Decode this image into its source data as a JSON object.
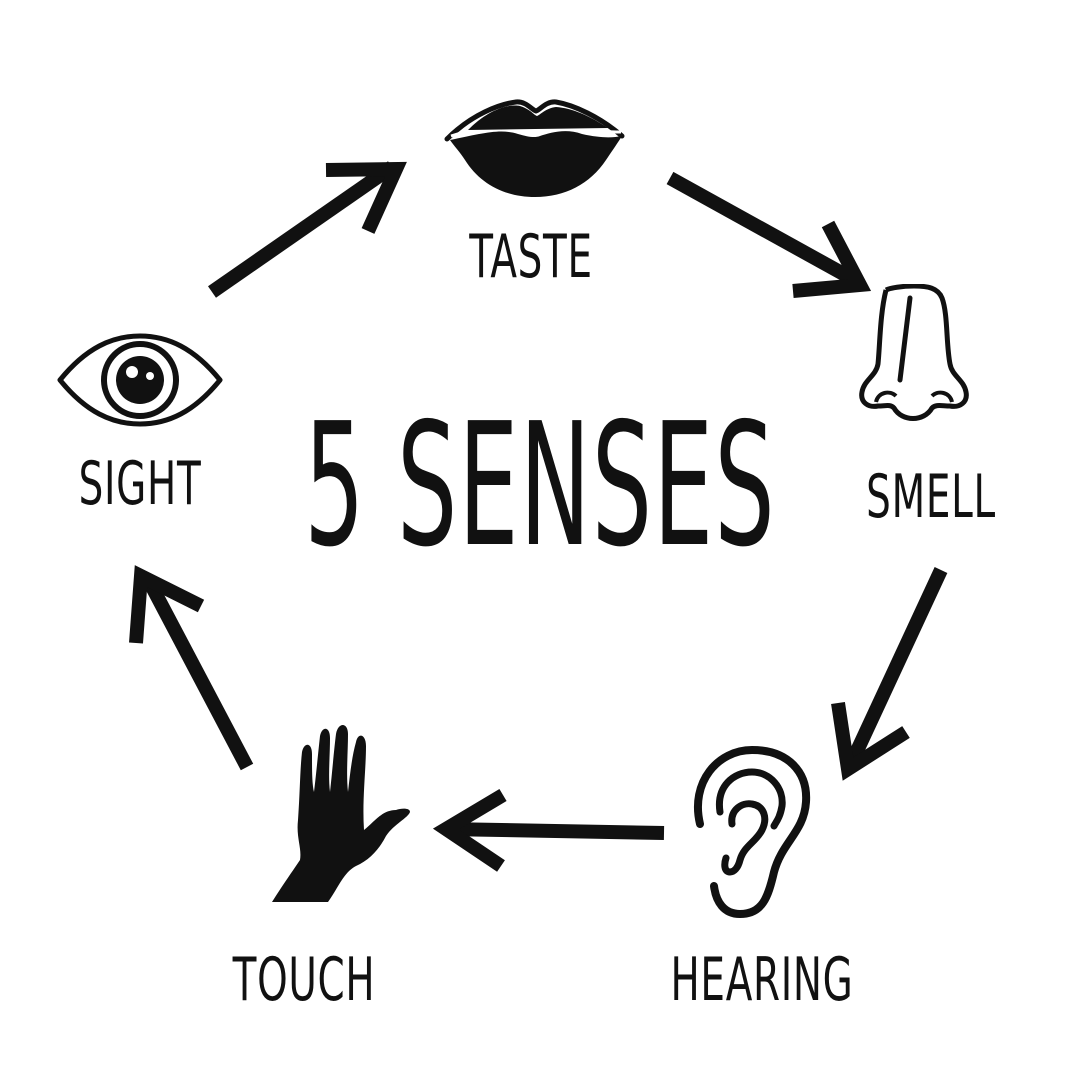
{
  "diagram": {
    "title": "5 SENSES",
    "ink_color": "#111111",
    "background_color": "#ffffff",
    "senses": [
      {
        "id": "taste",
        "label": "TASTE",
        "icon": "lips-icon"
      },
      {
        "id": "smell",
        "label": "SMELL",
        "icon": "nose-icon"
      },
      {
        "id": "hearing",
        "label": "HEARING",
        "icon": "ear-icon"
      },
      {
        "id": "touch",
        "label": "TOUCH",
        "icon": "hand-icon"
      },
      {
        "id": "sight",
        "label": "SIGHT",
        "icon": "eye-icon"
      }
    ],
    "edges": [
      {
        "from": "sight",
        "to": "taste"
      },
      {
        "from": "taste",
        "to": "smell"
      },
      {
        "from": "smell",
        "to": "hearing"
      },
      {
        "from": "hearing",
        "to": "touch"
      },
      {
        "from": "touch",
        "to": "sight"
      }
    ]
  }
}
